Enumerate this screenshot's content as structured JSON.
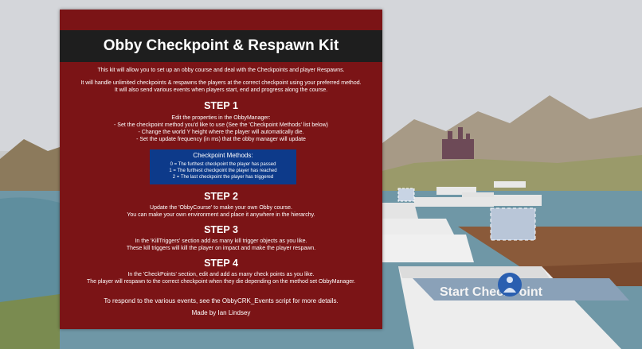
{
  "panel": {
    "title": "Obby Checkpoint & Respawn Kit",
    "intro1": "This kit will allow you to set up an obby course and deal with the Checkpoints and player Respawns.",
    "intro2": "It will handle unlimited checkpoints & respawns the players at the correct checkpoint using your preferred method.",
    "intro3": "It will also send various events when players start, end and progress along the course.",
    "step1": {
      "heading": "STEP 1",
      "lines": [
        "Edit the properties in the ObbyManager:",
        "- Set the checkpoint method you'd like to use (See the 'Checkpoint Methods' list below)",
        "- Change the world Y height where the player will automatically die.",
        "- Set the update frequency (in ms) that the obby manager will update"
      ]
    },
    "methods": {
      "title": "Checkpoint Methods:",
      "items": [
        "0 = The furthest checkpoint the player has passed",
        "1 = The furthest checkpoint the player has reached",
        "2 = The last checkpoint the player has triggered"
      ]
    },
    "step2": {
      "heading": "STEP 2",
      "lines": [
        "Update the 'ObbyCourse' to make your own Obby course.",
        "You can make your own environment and place it anywhere in the hierarchy."
      ]
    },
    "step3": {
      "heading": "STEP 3",
      "lines": [
        "In the 'KillTriggers' section add as many kill trigger objects as you like.",
        "These kill triggers will kill the player on impact and make the player respawn."
      ]
    },
    "step4": {
      "heading": "STEP 4",
      "lines": [
        "In the 'CheckPoints' section, edit and add as many check points as you like.",
        "The player will respawn to the correct checkpoint when they die depending on the method set ObbyManager."
      ]
    },
    "footer": "To respond to the various events, see the ObbyCRK_Events script for more details.",
    "credit": "Made by Ian Lindsey"
  },
  "scene": {
    "checkpoint_label": "Start CheckPoint"
  },
  "colors": {
    "panel": "#7b1416",
    "title_bar": "#1e1e1e",
    "methods_box": "#0d3a8a"
  }
}
